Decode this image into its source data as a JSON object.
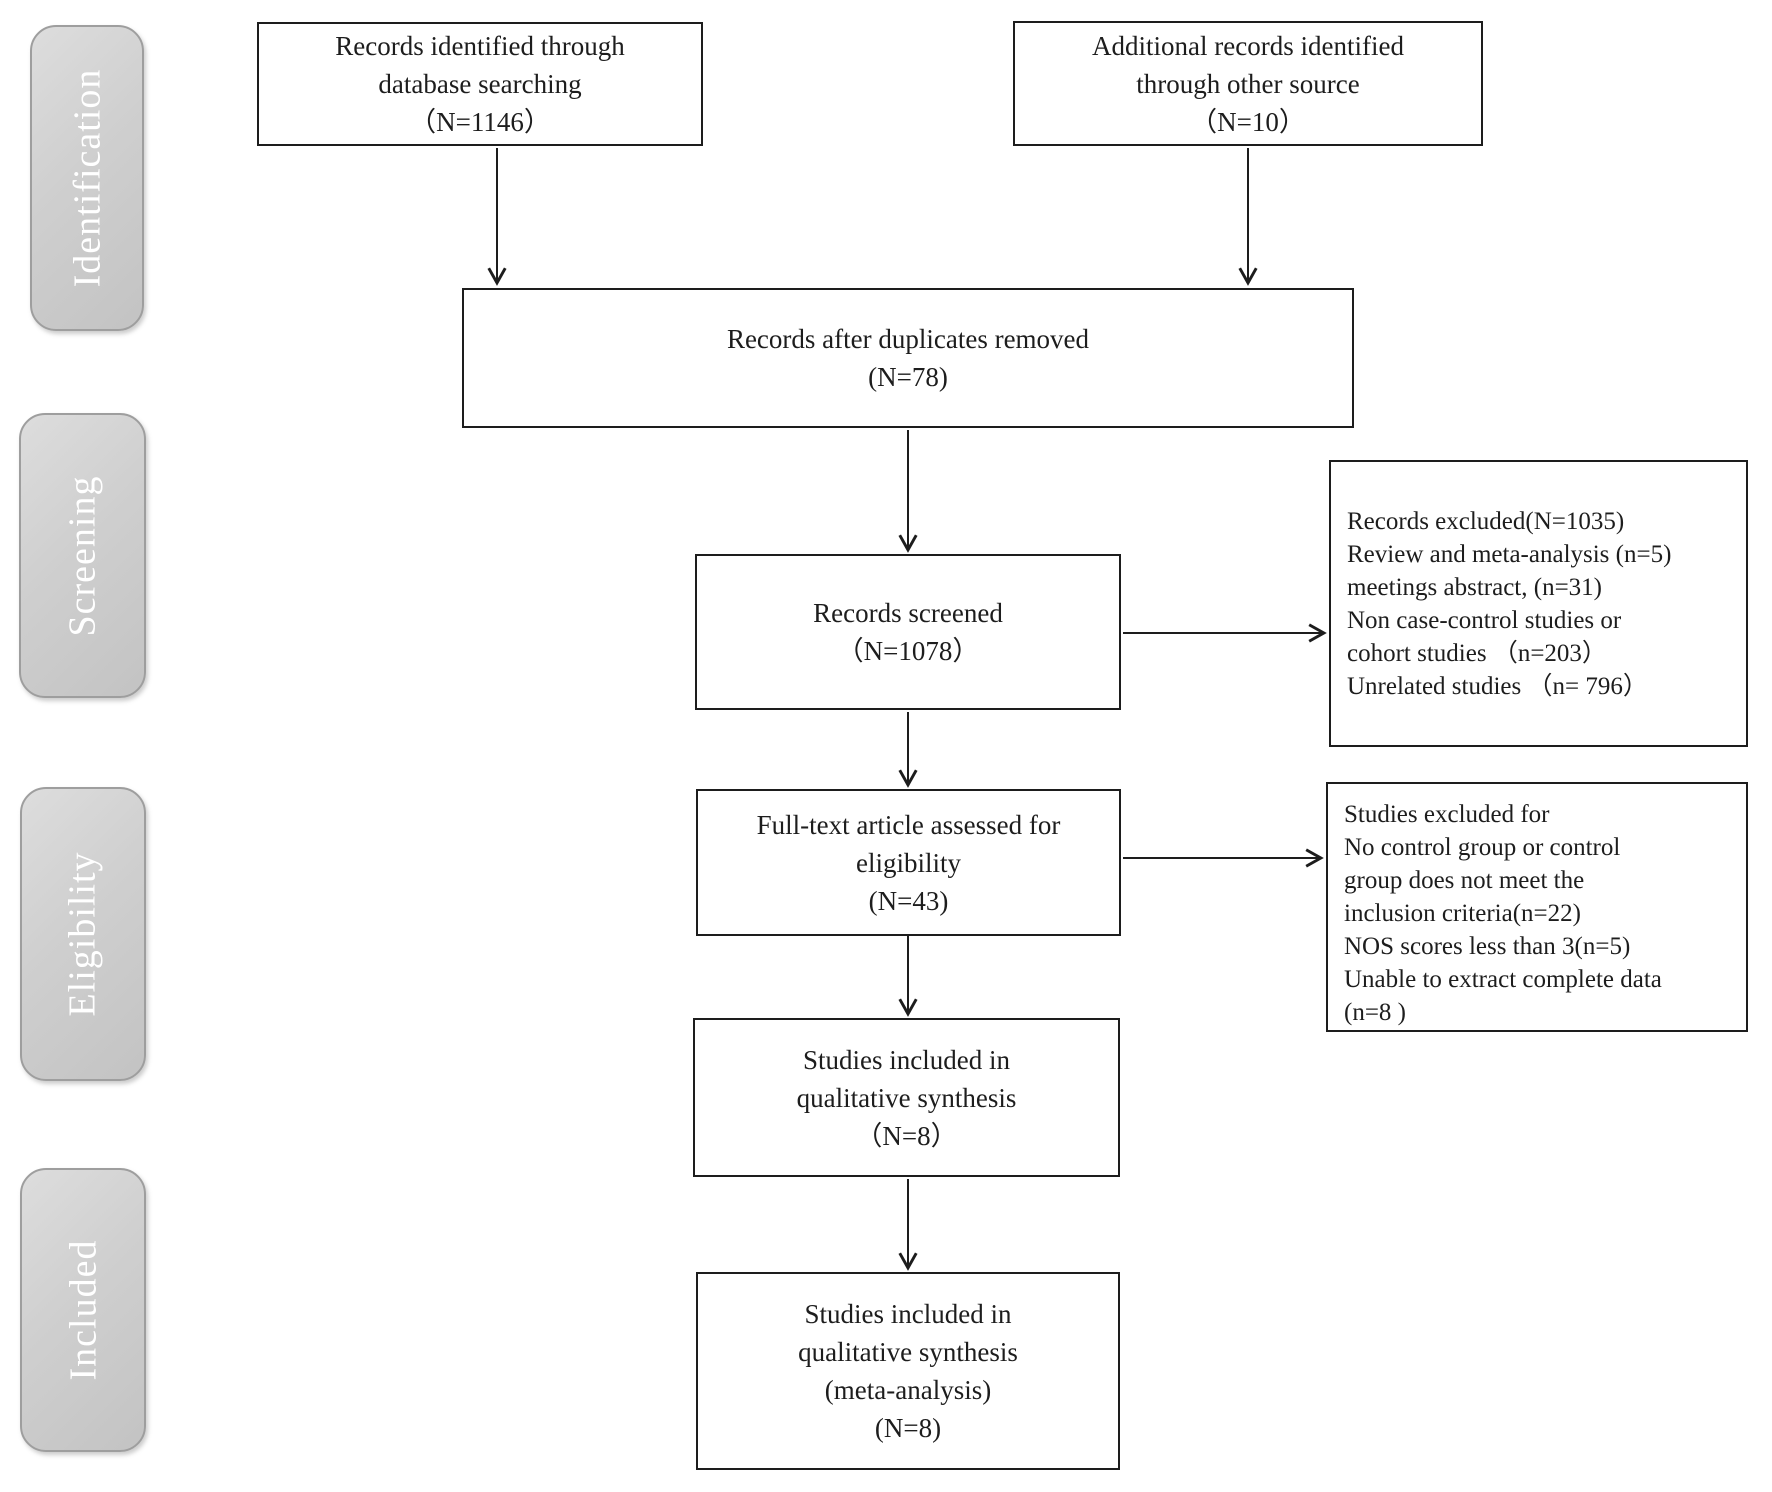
{
  "diagram": {
    "type": "PRISMA flow diagram",
    "stages": [
      {
        "label": "Identification"
      },
      {
        "label": "Screening"
      },
      {
        "label": "Eligibility"
      },
      {
        "label": "Included"
      }
    ],
    "boxes": {
      "identified_db": {
        "lines": [
          "Records identified through",
          "database searching",
          "（N=1146）"
        ]
      },
      "identified_other": {
        "lines": [
          "Additional records identified",
          "through other source",
          "（N=10）"
        ]
      },
      "duplicates_removed": {
        "lines": [
          "Records after duplicates removed",
          "(N=78)"
        ]
      },
      "records_screened": {
        "lines": [
          "Records screened",
          "（N=1078）"
        ]
      },
      "records_excluded": {
        "lines": [
          "Records excluded(N=1035)",
          "Review and meta-analysis (n=5)",
          "meetings abstract, (n=31)",
          "Non case-control studies or",
          "cohort studies （n=203）",
          "Unrelated studies （n= 796）"
        ]
      },
      "fulltext_assessed": {
        "lines": [
          "Full-text article assessed for",
          "eligibility",
          "(N=43)"
        ]
      },
      "studies_excluded": {
        "lines": [
          "Studies excluded for",
          "No control group or control",
          "group does not meet the",
          "inclusion criteria(n=22)",
          "NOS scores less than 3(n=5)",
          "Unable to extract complete data",
          "(n=8 )"
        ]
      },
      "qualitative_synthesis": {
        "lines": [
          "Studies included in",
          "qualitative synthesis",
          "（N=8）"
        ]
      },
      "meta_analysis": {
        "lines": [
          "Studies included in",
          "qualitative synthesis",
          "(meta-analysis)",
          "(N=8)"
        ]
      }
    },
    "colors": {
      "stage_fill": "#cfcfcf",
      "stage_border": "#9e9e9e",
      "stage_text": "#ffffff",
      "box_border": "#1d1d1d",
      "arrow": "#1d1d1d",
      "background": "#ffffff"
    }
  }
}
